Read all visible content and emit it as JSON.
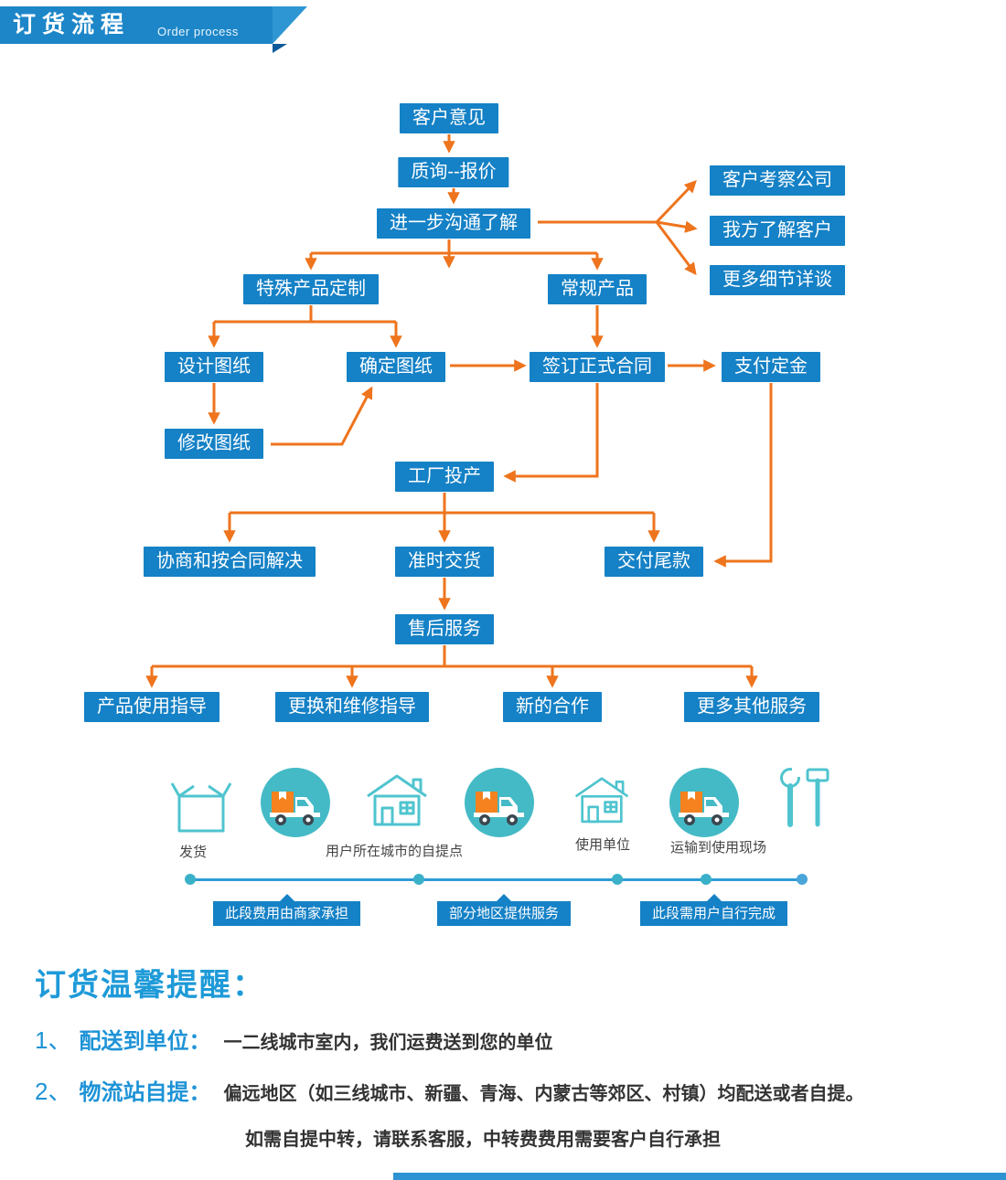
{
  "header": {
    "title": "订货流程",
    "subtitle": "Order process"
  },
  "flow": {
    "nodes": {
      "customer_opinion": "客户意见",
      "inquiry_quote": "质询--报价",
      "further_communication": "进一步沟通了解",
      "visit_company": "客户考察公司",
      "know_customer": "我方了解客户",
      "more_details": "更多细节详谈",
      "special_custom": "特殊产品定制",
      "regular_product": "常规产品",
      "design_drawing": "设计图纸",
      "confirm_drawing": "确定图纸",
      "sign_contract": "签订正式合同",
      "pay_deposit": "支付定金",
      "modify_drawing": "修改图纸",
      "factory_production": "工厂投产",
      "negotiate_solution": "协商和按合同解决",
      "ontime_delivery": "准时交货",
      "pay_balance": "交付尾款",
      "after_sales": "售后服务",
      "usage_guide": "产品使用指导",
      "repair_guide": "更换和维修指导",
      "new_cooperation": "新的合作",
      "more_services": "更多其他服务"
    }
  },
  "logistics": {
    "labels": {
      "ship": "发货",
      "pickup_point": "用户所在城市的自提点",
      "use_unit": "使用单位",
      "transport_site": "运输到使用现场"
    },
    "tags": {
      "merchant_cost": "此段费用由商家承担",
      "partial_service": "部分地区提供服务",
      "user_complete": "此段需用户自行完成"
    },
    "icons": [
      "package-icon",
      "truck-icon",
      "house-icon",
      "truck-icon",
      "house-icon",
      "truck-icon",
      "tools-icon"
    ]
  },
  "notes": {
    "title": "订货温馨提醒：",
    "items": [
      {
        "num": "1、",
        "label": "配送到单位：",
        "text": "一二线城市室内，我们运费送到您的单位"
      },
      {
        "num": "2、",
        "label": "物流站自提：",
        "text": "偏远地区（如三线城市、新疆、青海、内蒙古等郊区、村镇）均配送或者自提。",
        "extra": "如需自提中转，请联系客服，中转费费用需要客户自行承担"
      }
    ]
  },
  "colors": {
    "accent_blue": "#1581c6",
    "arrow_orange": "#ee741d",
    "teal": "#44bac6",
    "note_blue": "#1e93d6"
  }
}
